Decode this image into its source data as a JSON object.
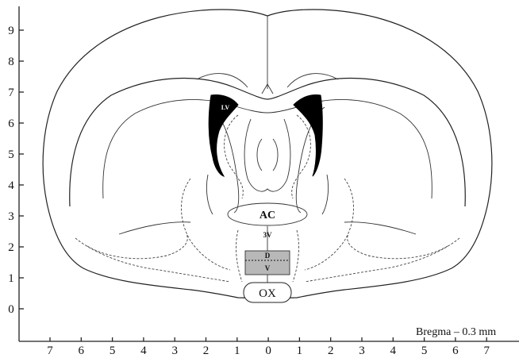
{
  "figure": {
    "caption": "Bregma – 0.3 mm",
    "y_axis_ticks": [
      "9",
      "8",
      "7",
      "6",
      "5",
      "4",
      "3",
      "2",
      "1",
      "0"
    ],
    "x_axis_ticks": [
      "7",
      "6",
      "5",
      "4",
      "3",
      "2",
      "1",
      "0",
      "1",
      "2",
      "3",
      "4",
      "5",
      "6",
      "7"
    ],
    "labels": {
      "lateral_ventricle": "LV",
      "anterior_commissure": "AC",
      "third_ventricle": "3V",
      "dorsal": "D",
      "ventral": "V",
      "optic_chiasm": "OX"
    },
    "colors": {
      "ventricle_fill": "#000000",
      "sample_box_fill": "#b8b8b8",
      "line": "#222222"
    }
  }
}
